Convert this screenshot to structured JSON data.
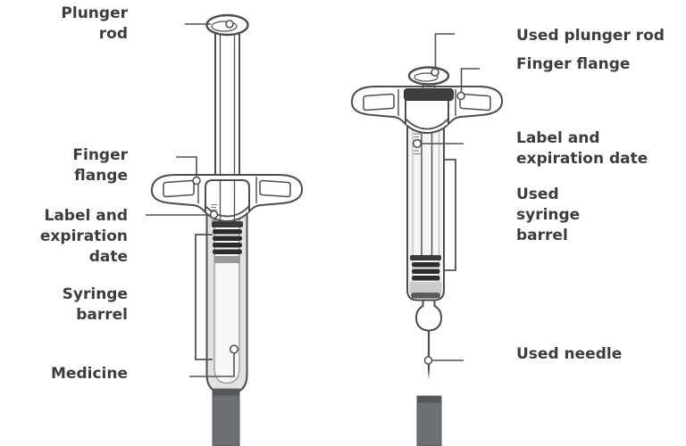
{
  "left_syringe": {
    "labels": {
      "plunger_rod": "Plunger\nrod",
      "finger_flange": "Finger\nflange",
      "label_and_expiration_date": "Label and\nexpiration\ndate",
      "syringe_barrel": "Syringe\nbarrel",
      "medicine": "Medicine"
    }
  },
  "right_syringe": {
    "labels": {
      "used_plunger_rod": "Used plunger rod",
      "finger_flange": "Finger flange",
      "label_and_expiration_date": "Label and\nexpiration date",
      "used_syringe_barrel": "Used\nsyringe\nbarrel",
      "used_needle": "Used needle"
    }
  },
  "colors": {
    "text": "#3d3d3d",
    "line_art": "#4d4d4d",
    "leader_line": "#525252",
    "needle_cap": "#6d7073",
    "needle_cap_top": "#545759",
    "stopper": "#2c2c2c",
    "medicine_fill": "#e2e2e2",
    "background": "#ffffff"
  }
}
